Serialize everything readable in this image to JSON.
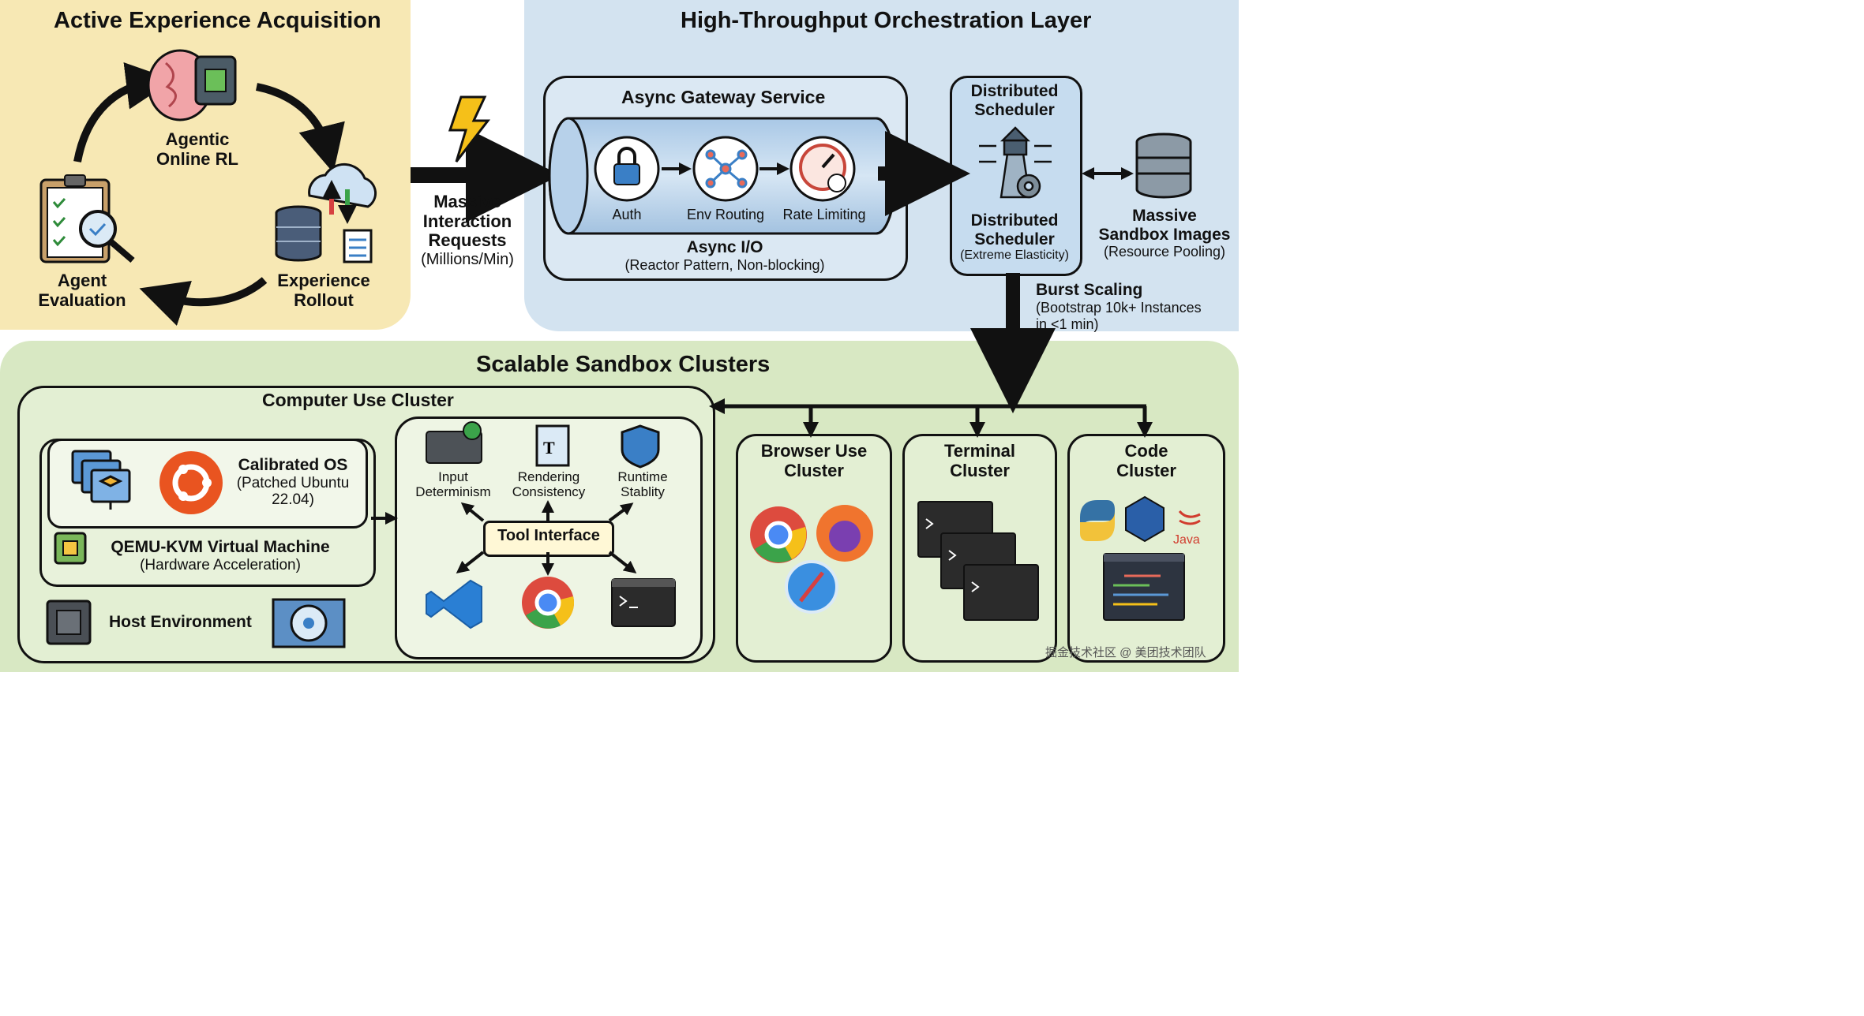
{
  "acquisition": {
    "title": "Active Experience Acquisition",
    "agentic_rl": {
      "line1": "Agentic",
      "line2": "Online RL"
    },
    "experience_rollout": {
      "line1": "Experience",
      "line2": "Rollout"
    },
    "agent_evaluation": {
      "line1": "Agent",
      "line2": "Evaluation"
    }
  },
  "requests": {
    "line1": "Massive",
    "line2": "Interaction",
    "line3": "Requests",
    "rate": "(Millions/Min)"
  },
  "orchestration": {
    "title": "High-Throughput Orchestration Layer",
    "gateway": {
      "title": "Async Gateway Service",
      "auth": "Auth",
      "env_routing": "Env Routing",
      "rate_limiting": "Rate Limiting",
      "io_title": "Async I/O",
      "io_sub": "(Reactor Pattern, Non-blocking)"
    },
    "scheduler": {
      "top1": "Distributed",
      "top2": "Scheduler",
      "bottom1": "Distributed",
      "bottom2": "Scheduler",
      "note": "(Extreme Elasticity)"
    },
    "images": {
      "line1": "Massive",
      "line2": "Sandbox Images",
      "note": "(Resource Pooling)"
    },
    "burst": {
      "title": "Burst Scaling",
      "line1": "(Bootstrap 10k+ Instances",
      "line2": "in <1 min)"
    }
  },
  "clusters": {
    "title": "Scalable Sandbox Clusters",
    "computer_use": {
      "title": "Computer Use Cluster",
      "os_title": "Calibrated OS",
      "os_sub1": "(Patched Ubuntu",
      "os_sub2": "22.04)",
      "vm_title": "QEMU-KVM Virtual Machine",
      "vm_sub": "(Hardware Acceleration)",
      "host": "Host Environment",
      "input1": "Input",
      "input2": "Determinism",
      "render1": "Rendering",
      "render2": "Consistency",
      "runtime1": "Runtime",
      "runtime2": "Stablity",
      "tool_interface": "Tool Interface"
    },
    "browser": {
      "line1": "Browser Use",
      "line2": "Cluster"
    },
    "terminal": {
      "line1": "Terminal",
      "line2": "Cluster"
    },
    "code": {
      "line1": "Code",
      "line2": "Cluster",
      "java": "Java"
    }
  },
  "watermark": "掘金技术社区 @ 美团技术团队",
  "colors": {
    "acquisition_bg": "#f7e8b4",
    "orchestration_bg": "#d3e3f0",
    "clusters_bg": "#d8e8c3",
    "inner_green": "#e3efd3",
    "blue_icon": "#3a7fc6",
    "ubuntu": "#e95420"
  }
}
